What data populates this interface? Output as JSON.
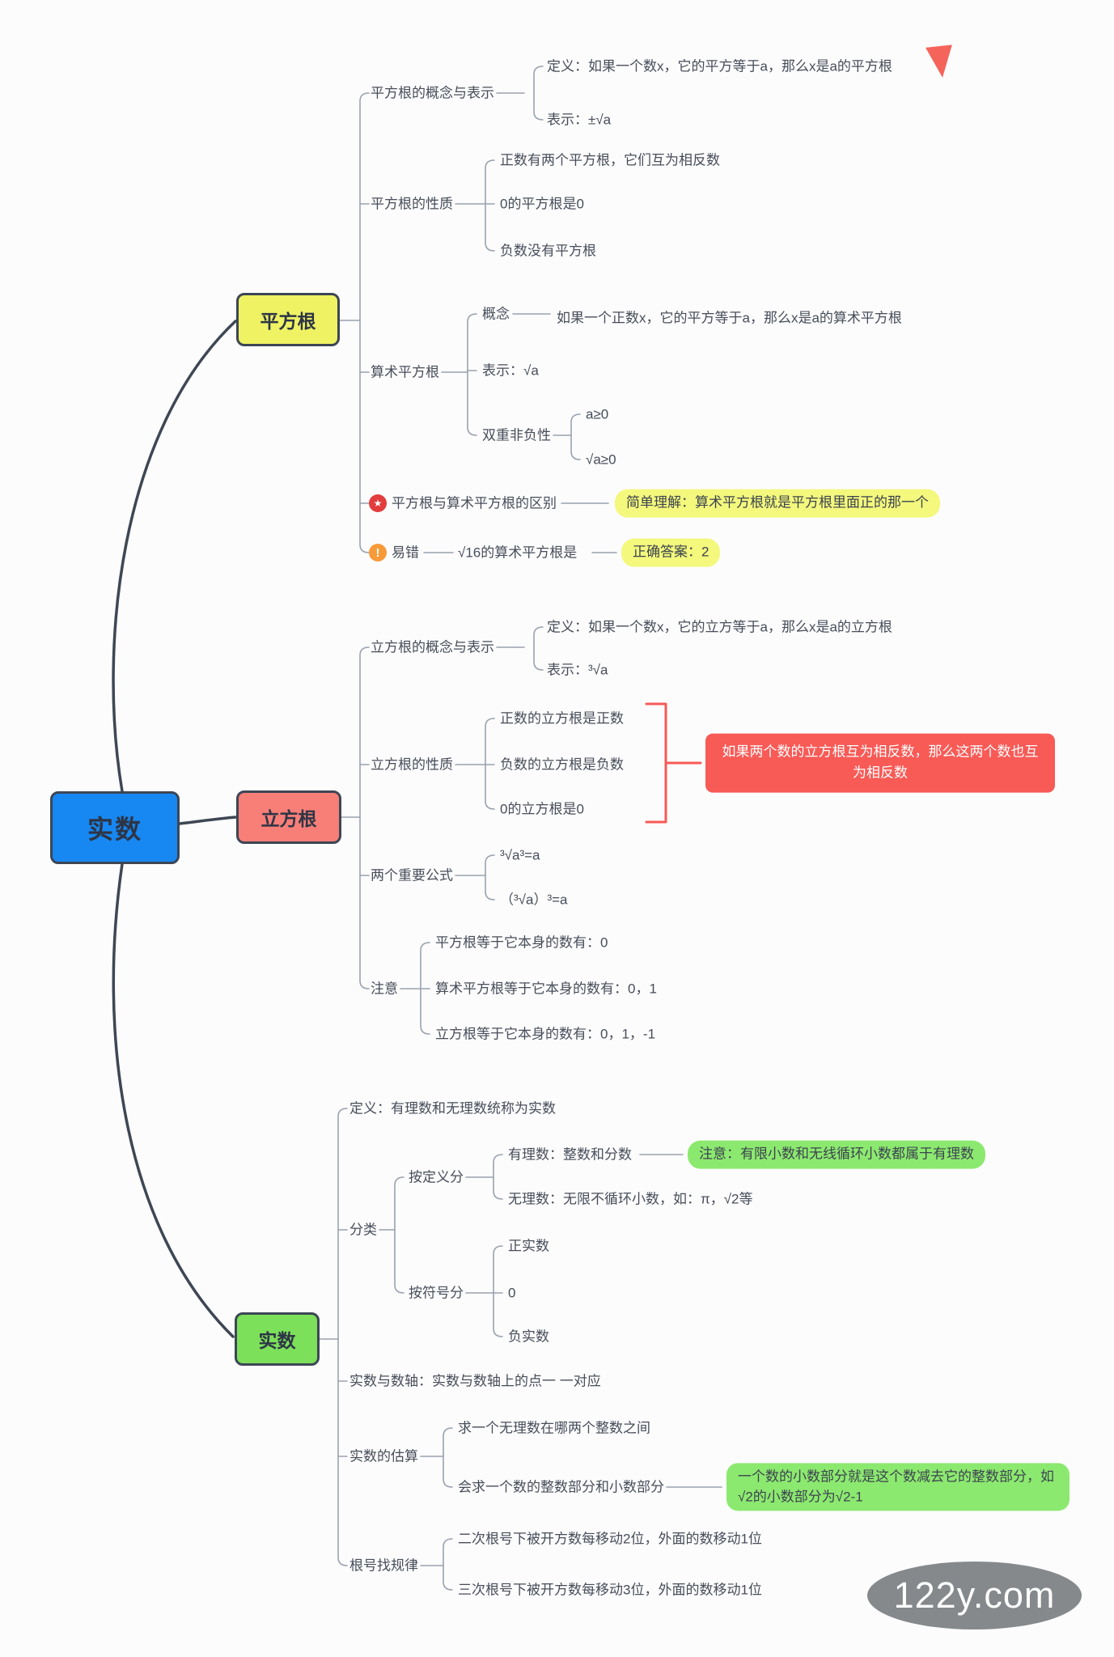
{
  "root": {
    "label": "实数"
  },
  "sqrt": {
    "label": "平方根",
    "concept": {
      "label": "平方根的概念与表示",
      "definition": "定义：如果一个数x，它的平方等于a，那么x是a的平方根",
      "notation": "表示：±√a"
    },
    "properties": {
      "label": "平方根的性质",
      "items": [
        "正数有两个平方根，它们互为相反数",
        "0的平方根是0",
        "负数没有平方根"
      ]
    },
    "arithmetic": {
      "label": "算术平方根",
      "concept_label": "概念",
      "concept_text": "如果一个正数x，它的平方等于a，那么x是a的算术平方根",
      "notation": "表示：√a",
      "nonneg_label": "双重非负性",
      "nonneg_items": [
        "a≥0",
        "√a≥0"
      ]
    },
    "difference": {
      "label": "平方根与算术平方根的区别",
      "highlight": "简单理解：算术平方根就是平方根里面正的那一个"
    },
    "pitfall": {
      "label": "易错",
      "question": "√16的算术平方根是",
      "answer": "正确答案：2"
    }
  },
  "cube": {
    "label": "立方根",
    "concept": {
      "label": "立方根的概念与表示",
      "definition": "定义：如果一个数x，它的立方等于a，那么x是a的立方根",
      "notation": "表示：³√a"
    },
    "properties": {
      "label": "立方根的性质",
      "items": [
        "正数的立方根是正数",
        "负数的立方根是负数",
        "0的立方根是0"
      ],
      "callout": "如果两个数的立方根互为相反数，那么这两个数也互为相反数"
    },
    "formulas": {
      "label": "两个重要公式",
      "items": [
        "³√a³=a",
        "（³√a）³=a"
      ]
    },
    "notes": {
      "label": "注意",
      "items": [
        "平方根等于它本身的数有：0",
        "算术平方根等于它本身的数有：0，1",
        "立方根等于它本身的数有：0，1，-1"
      ]
    }
  },
  "real": {
    "label": "实数",
    "definition": "定义：有理数和无理数统称为实数",
    "classification": {
      "label": "分类",
      "by_definition": {
        "label": "按定义分",
        "rational": "有理数：整数和分数",
        "rational_note": "注意：有限小数和无线循环小数都属于有理数",
        "irrational": "无理数：无限不循环小数，如：π，√2等"
      },
      "by_sign": {
        "label": "按符号分",
        "items": [
          "正实数",
          "0",
          "负实数"
        ]
      }
    },
    "number_line": "实数与数轴：实数与数轴上的点一 一对应",
    "estimation": {
      "label": "实数的估算",
      "items": [
        "求一个无理数在哪两个整数之间",
        "会求一个数的整数部分和小数部分"
      ],
      "note": "一个数的小数部分就是这个数减去它的整数部分，如√2的小数部分为√2-1"
    },
    "radical_pattern": {
      "label": "根号找规律",
      "items": [
        "二次根号下被开方数每移动2位，外面的数移动1位",
        "三次根号下被开方数每移动3位，外面的数移动1位"
      ]
    }
  },
  "icons": {
    "star": "★",
    "exclamation": "!"
  },
  "watermark": "122y.com",
  "colors": {
    "root_blue": "#1787f2",
    "sqrt_yellow": "#eff263",
    "cube_red": "#f87e78",
    "real_green": "#7ce05b",
    "highlight_yellow": "#f4f87c",
    "highlight_green": "#8ce96f",
    "callout_red": "#f85a56"
  }
}
